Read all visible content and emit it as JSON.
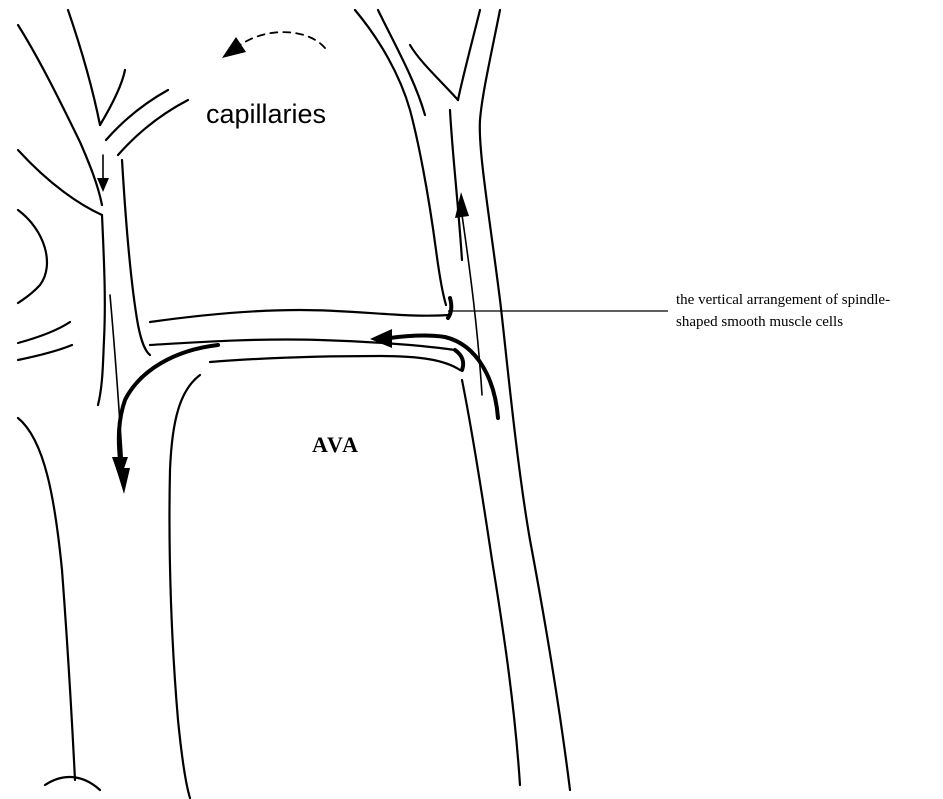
{
  "labels": {
    "capillaries": "capillaries",
    "ava": "AVA",
    "annotation_line1": "the vertical arrangement of spindle-",
    "annotation_line2": "shaped smooth muscle cells"
  }
}
